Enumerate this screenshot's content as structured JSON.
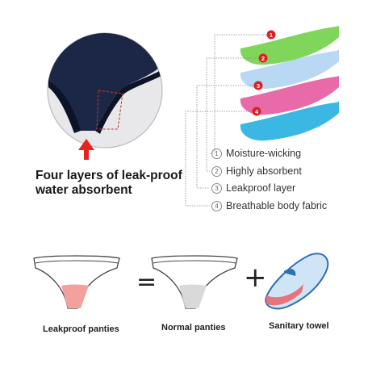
{
  "headline": {
    "line1": "Four layers of leak-proof",
    "line2": "water absorbent"
  },
  "layers": [
    {
      "num": "1",
      "label": "Moisture-wicking",
      "color": "#7fd65a"
    },
    {
      "num": "2",
      "label": "Highly absorbent",
      "color": "#b9d8f3"
    },
    {
      "num": "3",
      "label": "Leakproof layer",
      "color": "#e86aa8"
    },
    {
      "num": "4",
      "label": "Breathable body fabric",
      "color": "#3ab8e3"
    }
  ],
  "badges": {
    "color": "#e02020"
  },
  "comparison": {
    "items": [
      {
        "label": "Leakproof panties"
      },
      {
        "label": "Normal panties"
      },
      {
        "label": "Sanitary towel"
      }
    ],
    "equals_symbol": "=",
    "plus_symbol": "+"
  },
  "colors": {
    "fabric": "#1c2748",
    "arrow": "#e8231d",
    "pink_gusset": "#f4a19d",
    "grey_gusset": "#d9d9d9"
  }
}
